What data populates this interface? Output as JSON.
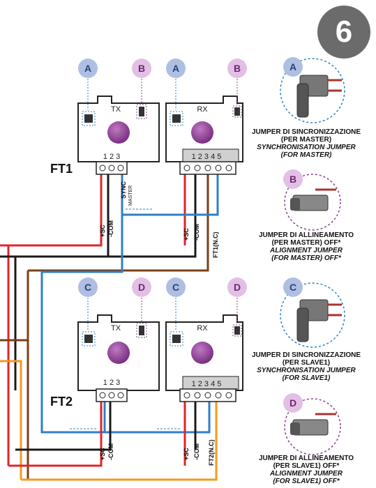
{
  "step": "6",
  "groups": [
    {
      "label": "FT1",
      "tx": {
        "title": "TX",
        "terminal_numbers": "1 2 3",
        "top_markers": [
          "A",
          "B"
        ],
        "wire_labels": [
          "+SC",
          "-COM"
        ],
        "sync_label": "SYNC",
        "master_label": "MASTER"
      },
      "rx": {
        "title": "RX",
        "terminal_numbers": "1 2 3 4 5",
        "top_markers": [
          "A",
          "B"
        ],
        "wire_labels": [
          "+SC",
          "-COM",
          "FT1(N.C)"
        ]
      }
    },
    {
      "label": "FT2",
      "tx": {
        "title": "TX",
        "terminal_numbers": "1 2 3",
        "top_markers": [
          "C",
          "D"
        ],
        "wire_labels": [
          "+SC",
          "-COM"
        ]
      },
      "rx": {
        "title": "RX",
        "terminal_numbers": "1 2 3 4 5",
        "top_markers": [
          "C",
          "D"
        ],
        "wire_labels": [
          "+SC",
          "-COM",
          "FT2(N.C)"
        ]
      }
    }
  ],
  "jumpers": [
    {
      "marker": "A",
      "lines": [
        "JUMPER DI SINCRONIZZAZIONE",
        "(PER MASTER)"
      ],
      "italic_lines": [
        "SYNCHRONISATION JUMPER",
        "(FOR MASTER)"
      ]
    },
    {
      "marker": "B",
      "lines": [
        "JUMPER DI ALLINEAMENTO",
        "(PER MASTER) OFF*"
      ],
      "italic_lines": [
        "ALIGNMENT JUMPER",
        "(FOR MASTER) OFF*"
      ]
    },
    {
      "marker": "C",
      "lines": [
        "JUMPER DI SINCRONIZZAZIONE",
        "(PER SLAVE1)"
      ],
      "italic_lines": [
        "SYNCHRONISATION JUMPER",
        "(FOR SLAVE1)"
      ]
    },
    {
      "marker": "D",
      "lines": [
        "JUMPER DI ALLINEAMENTO",
        "(PER SLAVE1) OFF*"
      ],
      "italic_lines": [
        "ALIGNMENT JUMPER",
        "(FOR SLAVE1) OFF*"
      ]
    }
  ],
  "colors": {
    "marker_blue": "#aebfe3",
    "marker_blue_text": "#2d3f7a",
    "marker_purple": "#e3bfe6",
    "marker_purple_text": "#6a2a6e",
    "red": "#e0242a",
    "black": "#1a1a1a",
    "brown": "#7b3f16",
    "blue": "#2d7fc9",
    "orange": "#f39a1e",
    "lens": "#8a3f8f"
  }
}
